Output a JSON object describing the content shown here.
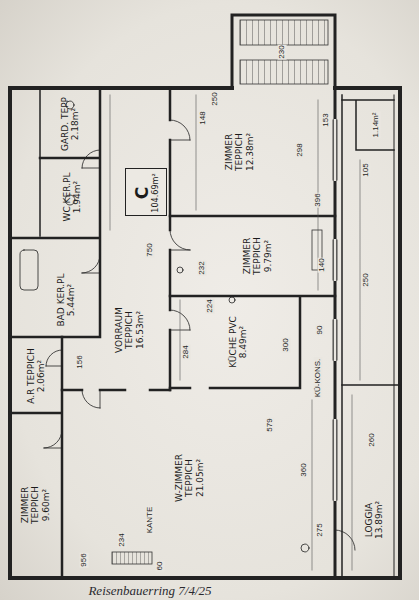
{
  "diagram": {
    "nodes": [
      {
        "text": [
          "GARD. TEPP",
          "2.18m²"
        ]
      },
      {
        "text": [
          "WC KER.PL",
          "1.94m²"
        ]
      },
      {
        "text": [
          "BAD KER.PL",
          "5.44m²"
        ]
      },
      {
        "text": [
          "A.R TEPPICH",
          "2.06m²"
        ]
      },
      {
        "text": [
          "ZIMMER TEPPICH",
          "9.60m²"
        ]
      },
      {
        "text": [
          "VORRAUM TEPPICH",
          "16.53m²"
        ]
      },
      {
        "text": [
          "C",
          "104.69m²"
        ],
        "in": 5
      },
      {
        "text": [
          "ZIMMER TEPPICH",
          "12.38m²"
        ]
      },
      {
        "text": [
          "ZIMMER TEPPICH",
          "9.79m²"
        ]
      },
      {
        "text": [
          "KÜCHE PVC",
          "8.49m²"
        ]
      },
      {
        "text": [
          "W-ZIMMER TEPPICH",
          "21.05m²"
        ]
      },
      {
        "text": [
          "LOGGIA",
          "13.89m²"
        ]
      }
    ],
    "labels": [
      "230",
      "250",
      "148",
      "298",
      "396",
      "153",
      "105",
      "1.14m²",
      "750",
      "232",
      "140",
      "224",
      "284",
      "300",
      "90",
      "KÜ-KONS.",
      "156",
      "250",
      "360",
      "260",
      "579",
      "KANTE",
      "234",
      "956",
      "60",
      "275",
      "Reisenbauerring 7/4/25"
    ]
  }
}
